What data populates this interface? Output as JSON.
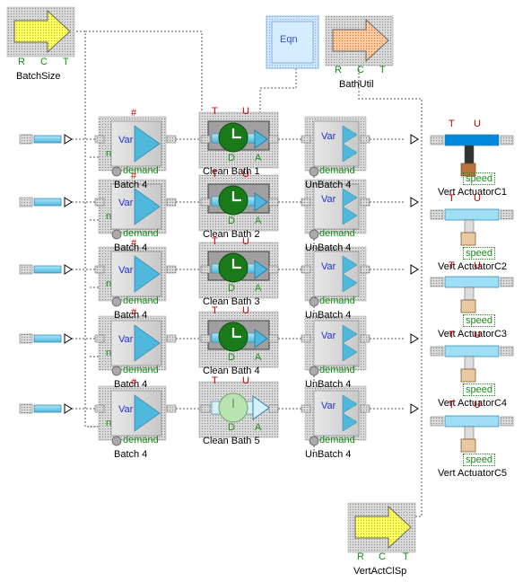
{
  "blocks": {
    "batchsize": {
      "label": "BatchSize",
      "connectors": [
        "R",
        "C",
        "T"
      ]
    },
    "bathutil": {
      "label": "BathUtil",
      "eqn": "Eqn",
      "connectors": [
        "R",
        "C",
        "T"
      ]
    },
    "vertactclsp": {
      "label": "VertActClSp",
      "connectors": [
        "R",
        "C",
        "T"
      ]
    }
  },
  "rows": [
    {
      "batch": "Batch 4",
      "clean": "Clean Bath 1",
      "unbatch": "UnBatch 4",
      "actuator": "Vert ActuatorC1"
    },
    {
      "batch": "Batch 4",
      "clean": "Clean Bath 2",
      "unbatch": "UnBatch 4",
      "actuator": "Vert ActuatorC2"
    },
    {
      "batch": "Batch 4",
      "clean": "Clean Bath 3",
      "unbatch": "UnBatch 4",
      "actuator": "Vert ActuatorC3"
    },
    {
      "batch": "Batch 4",
      "clean": "Clean Bath 4",
      "unbatch": "UnBatch 4",
      "actuator": "Vert ActuatorC4"
    },
    {
      "batch": "Batch 4",
      "clean": "Clean Bath 5",
      "unbatch": "UnBatch 4",
      "actuator": "Vert ActuatorC5"
    }
  ],
  "common": {
    "var_label": "Var",
    "demand_label": "demand",
    "speed_label": "speed",
    "hash": "#",
    "n": "n",
    "t": "T",
    "u": "U",
    "d": "D",
    "a": "A"
  },
  "colors": {
    "green_text": "#1a8f1a",
    "red_text": "#cc0000",
    "cyan": "#66ccee",
    "clock": "#1a7a1a"
  }
}
